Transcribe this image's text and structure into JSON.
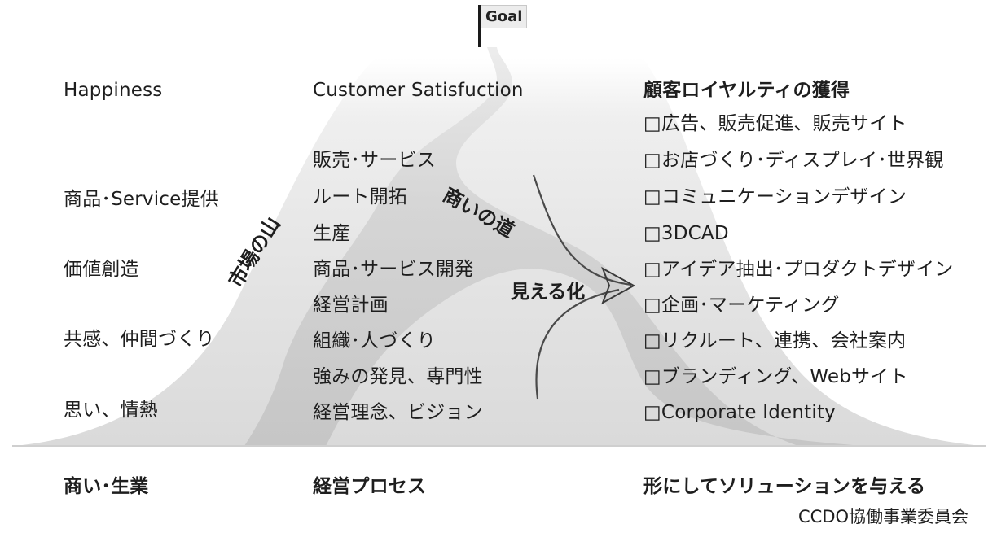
{
  "goal": "Goal",
  "left_column": {
    "header": "Happiness",
    "items": [
      "商品･Service提供",
      "価値創造",
      "共感、仲間づくり",
      "思い、情熱"
    ],
    "footer": "商い･生業"
  },
  "middle_column": {
    "header": "Customer Satisfuction",
    "items": [
      "販売･サービス",
      "ルート開拓",
      "生産",
      "商品･サービス開発",
      "経営計画",
      "組織･人づくり",
      "強みの発見、専門性",
      "経営理念、ビジョン"
    ],
    "footer": "経営プロセス"
  },
  "right_column": {
    "header": "顧客ロイヤルティの獲得",
    "items": [
      "□広告、販売促進、販売サイト",
      "□お店づくり･ディスプレイ･世界観",
      "□コミュニケーションデザイン",
      "□3DCAD",
      "□アイデア抽出･プロダクトデザイン",
      "□企画･マーケティング",
      "□リクルート、連携、会社案内",
      "□ブランディング、Webサイト",
      "□Corporate Identity"
    ],
    "footer": "形にしてソリューションを与える"
  },
  "labels": {
    "market_mountain": "市場の山",
    "road_of_business": "商いの道",
    "visualization": "見える化"
  },
  "credit": "CCDO協働事業委員会"
}
